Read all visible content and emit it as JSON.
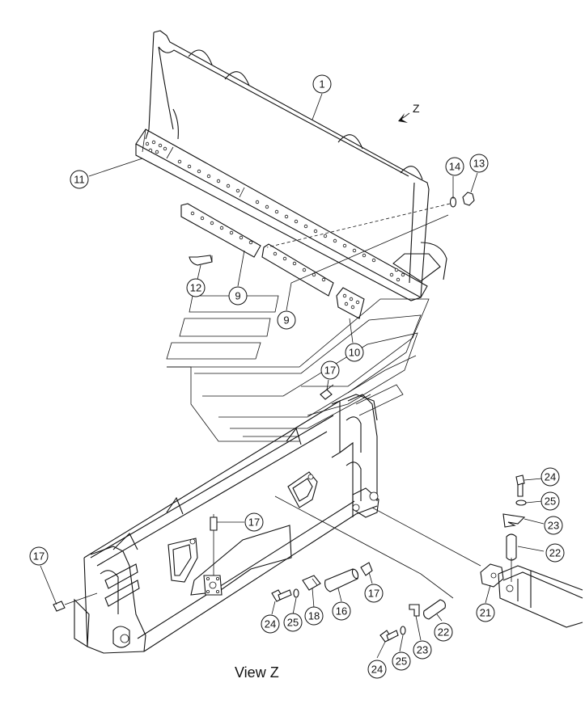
{
  "view_label": "View Z",
  "direction_label": "Z",
  "callouts": [
    {
      "id": "c1",
      "num": "1"
    },
    {
      "id": "c11",
      "num": "11"
    },
    {
      "id": "c14",
      "num": "14"
    },
    {
      "id": "c13",
      "num": "13"
    },
    {
      "id": "c12",
      "num": "12"
    },
    {
      "id": "c9a",
      "num": "9"
    },
    {
      "id": "c9b",
      "num": "9"
    },
    {
      "id": "c10",
      "num": "10"
    },
    {
      "id": "c17a",
      "num": "17"
    },
    {
      "id": "c17b",
      "num": "17"
    },
    {
      "id": "c17c",
      "num": "17"
    },
    {
      "id": "c17d",
      "num": "17"
    },
    {
      "id": "c24a",
      "num": "24"
    },
    {
      "id": "c25a",
      "num": "25"
    },
    {
      "id": "c23a",
      "num": "23"
    },
    {
      "id": "c22a",
      "num": "22"
    },
    {
      "id": "c21",
      "num": "21"
    },
    {
      "id": "c24b",
      "num": "24"
    },
    {
      "id": "c25b",
      "num": "25"
    },
    {
      "id": "c18",
      "num": "18"
    },
    {
      "id": "c16",
      "num": "16"
    },
    {
      "id": "c22b",
      "num": "22"
    },
    {
      "id": "c23b",
      "num": "23"
    },
    {
      "id": "c24c",
      "num": "24"
    },
    {
      "id": "c25c",
      "num": "25"
    }
  ]
}
